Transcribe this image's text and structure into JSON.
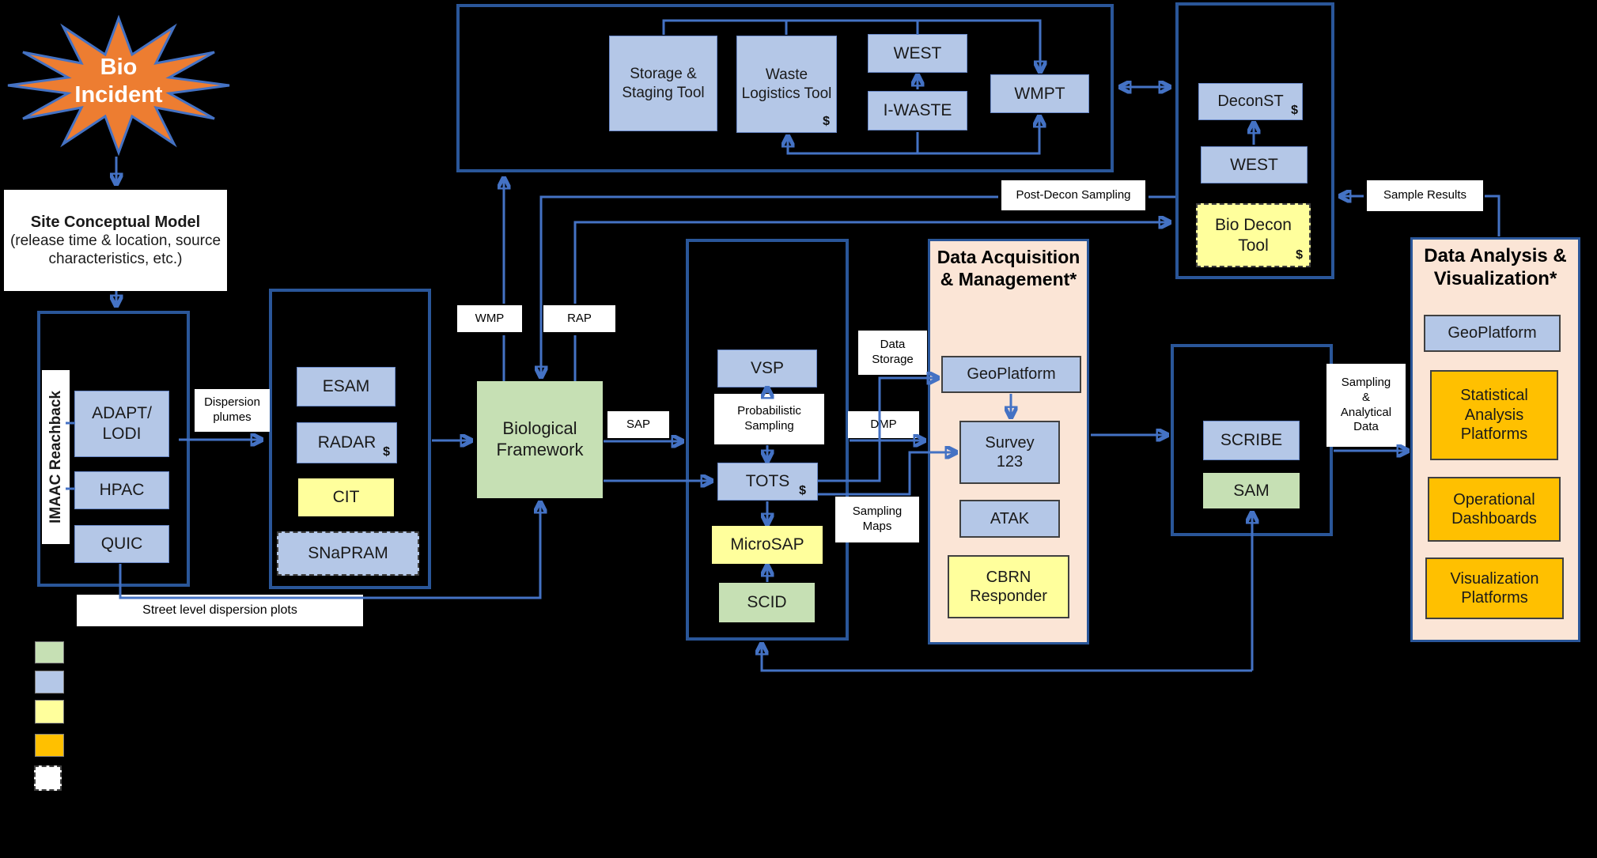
{
  "incident": {
    "label": "Bio\nIncident"
  },
  "scm": {
    "title": "Site Conceptual Model",
    "subtitle": "(release time & location, source characteristics, etc.)"
  },
  "plume_group": {
    "sidebar_label": "IMAAC Reachback",
    "adapt_lodi": "ADAPT/\nLODI",
    "hpac": "HPAC",
    "quic": "QUIC"
  },
  "modeling_group": {
    "esam": "ESAM",
    "radar": "RADAR",
    "cit": "CIT",
    "snapram": "SNaPRAM"
  },
  "framework": {
    "label": "Biological\nFramework"
  },
  "waste_group": {
    "storage": "Storage & Staging Tool",
    "logistics": "Waste Logistics Tool",
    "west": "WEST",
    "iwaste": "I-WASTE",
    "wmpt": "WMPT"
  },
  "decon_group": {
    "deconst": "DeconST",
    "west": "WEST",
    "bio_decon": "Bio Decon Tool"
  },
  "sampling_group": {
    "vsp": "VSP",
    "tots": "TOTS",
    "microsap": "MicroSAP",
    "scid": "SCID"
  },
  "data_acq_group": {
    "title": "Data Acquisition & Management*",
    "geoplatform": "GeoPlatform",
    "survey123": "Survey\n123",
    "atak": "ATAK",
    "cbrn": "CBRN Responder"
  },
  "lab_group": {
    "scribe": "SCRIBE",
    "sam": "SAM"
  },
  "dav_group": {
    "title": "Data Analysis & Visualization*",
    "geoplatform": "GeoPlatform",
    "statistical": "Statistical Analysis Platforms",
    "dashboards": "Operational Dashboards",
    "visualization": "Visualization Platforms"
  },
  "flow_labels": {
    "dispersion_plumes": "Dispersion plumes",
    "wmp": "WMP",
    "rap": "RAP",
    "sap": "SAP",
    "street_level": "Street level dispersion plots",
    "probabilistic_sampling": "Probabilistic Sampling",
    "data_storage": "Data Storage",
    "dmp": "DMP",
    "sampling_maps": "Sampling Maps",
    "post_decon": "Post-Decon Sampling",
    "sample_results": "Sample Results",
    "sampling_analytical": "Sampling\n&\nAnalytical\nData"
  },
  "misc": {
    "dollar": "$"
  },
  "colors": {
    "background": "#000000",
    "connector": "#4472C4",
    "group_border": "#2A5699",
    "blue_fill": "#B4C7E7",
    "green_fill": "#C6E0B4",
    "yellow_fill": "#FFFF9C",
    "orange_fill": "#FFC000",
    "peach_fill": "#FBE5D6",
    "incident_fill": "#ED7D31",
    "legend_swatches": [
      "#C6E0B4",
      "#B4C7E7",
      "#FFFF9C",
      "#FFC000",
      "#FFFFFF"
    ]
  }
}
